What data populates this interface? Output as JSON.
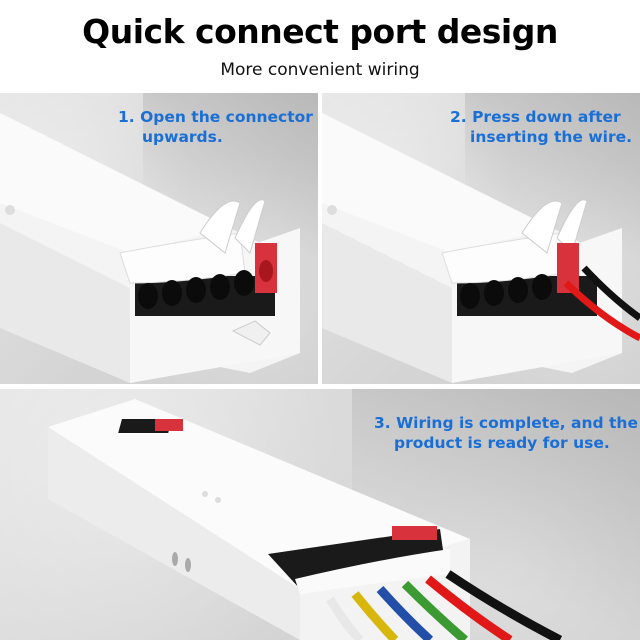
{
  "header": {
    "title": "Quick connect port design",
    "subtitle": "More convenient wiring"
  },
  "steps": [
    {
      "line1": "1. Open the connector",
      "line2": "upwards."
    },
    {
      "line1": "2. Press down after",
      "line2": "inserting the wire."
    },
    {
      "line1": "3. Wiring is complete, and the",
      "line2": "product is ready for use."
    }
  ],
  "colors": {
    "caption_blue": "#1a6fd6",
    "terminal_red": "#d8323c",
    "terminal_black": "#1a1a1a"
  },
  "wires_step3": [
    "white",
    "yellow",
    "blue",
    "green",
    "red",
    "black"
  ]
}
